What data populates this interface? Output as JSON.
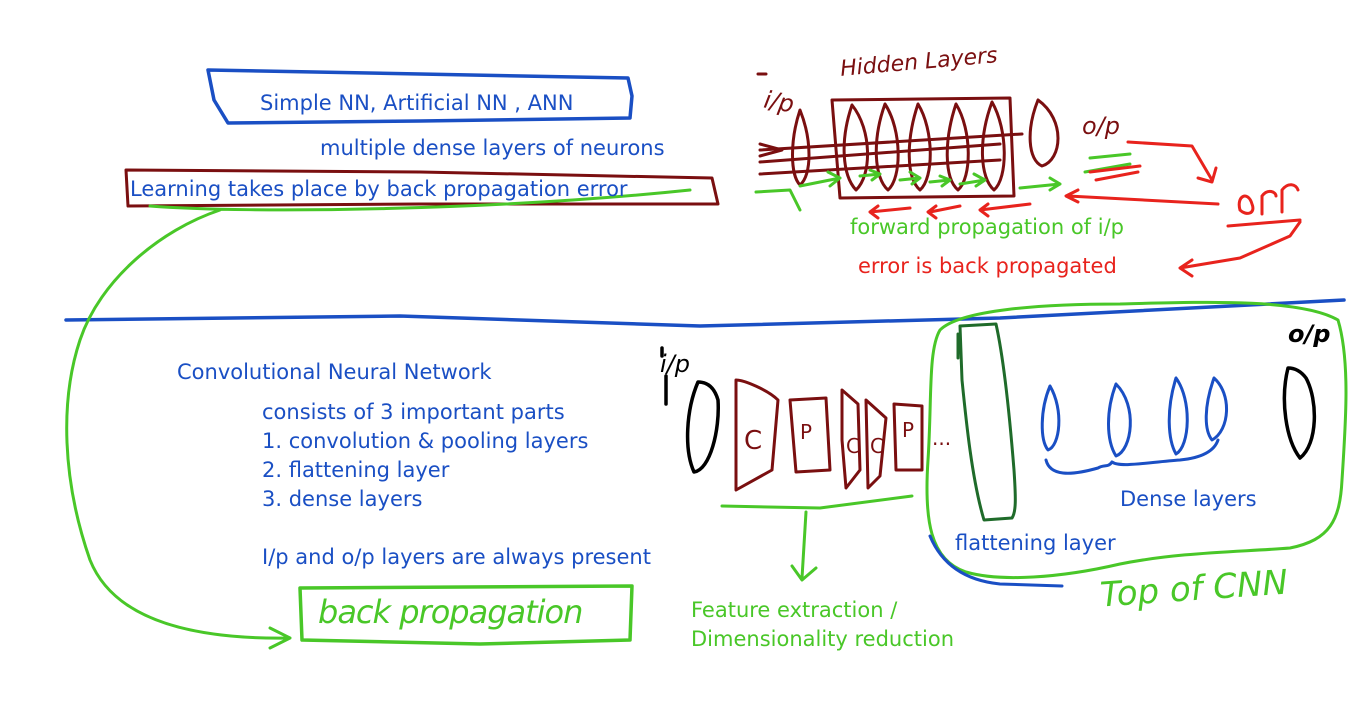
{
  "colors": {
    "blue": "#1a4fc4",
    "green": "#49c728",
    "red": "#e8231d",
    "maroon": "#7a0f10",
    "black": "#000000",
    "dark_green": "#1f6b2a"
  },
  "top": {
    "ann_title": "Simple NN, Artificial NN , ANN",
    "dense_layers_line": "multiple dense layers of neurons",
    "learning_line": "Learning takes place by back propagation error",
    "forward_label": "forward propagation of i/p",
    "error_label": "error is back propagated",
    "hw_hidden_layers": "Hidden Layers",
    "hw_ip": "i/p",
    "hw_op": "o/p",
    "hw_err": "err"
  },
  "bottom": {
    "cnn_title": "Convolutional Neural Network",
    "parts_intro": "consists of 3 important parts",
    "part_1": "1. convolution & pooling layers",
    "part_2": "2. flattening layer",
    "part_3": "3. dense layers",
    "io_note": "I/p and  o/p layers are always present",
    "feature_line_1": "Feature extraction /",
    "feature_line_2": "Dimensionality reduction",
    "flattening_label": "flattening layer",
    "dense_label": "Dense layers",
    "hw_back_propagation": "back propagation",
    "hw_top_of_cnn": "Top of CNN",
    "hw_ip": "i/p",
    "hw_op": "o/p",
    "hw_c": "C",
    "hw_p": "P",
    "hw_ellipsis": "..."
  }
}
